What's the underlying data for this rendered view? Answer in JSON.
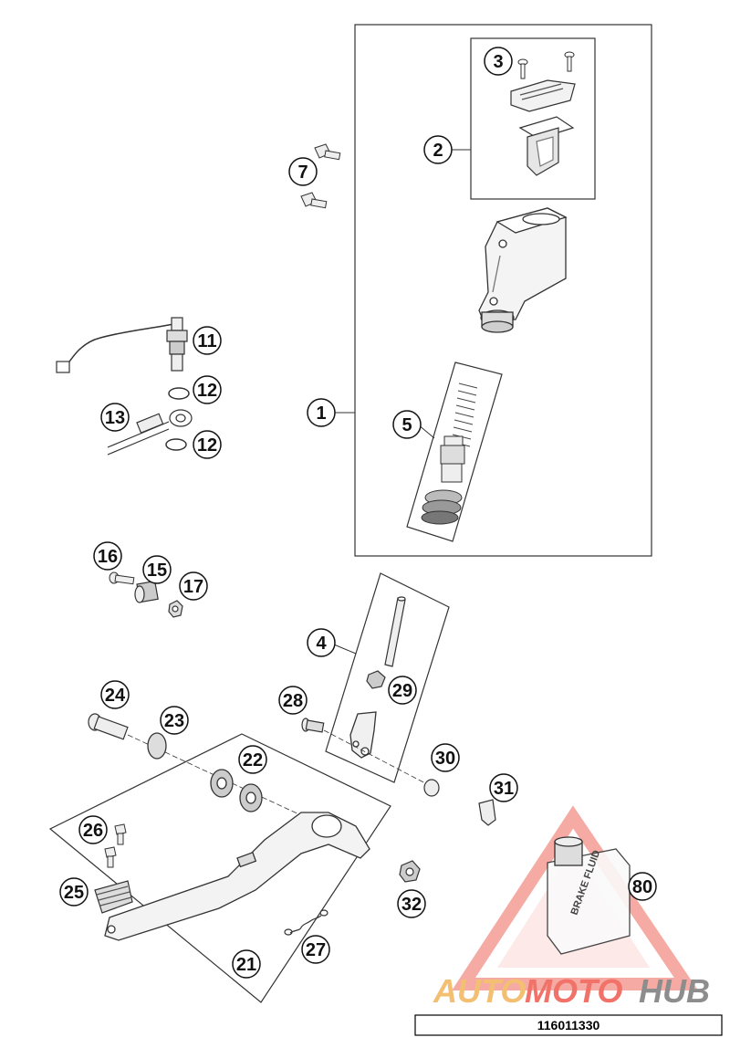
{
  "diagram": {
    "part_number_box": "116011330",
    "watermark": {
      "word_auto": "AUTO",
      "word_moto": "MOTO",
      "word_hub": "HUB",
      "colors": {
        "auto": "#f2b45a",
        "moto": "#ef5a4f",
        "hub": "#7a7a7a",
        "triangle": "#f07a70"
      }
    },
    "bottle_label": "BRAKE FLUID",
    "callouts": {
      "c1": "1",
      "c2": "2",
      "c3": "3",
      "c4": "4",
      "c5": "5",
      "c7": "7",
      "c11": "11",
      "c12a": "12",
      "c12b": "12",
      "c13": "13",
      "c15": "15",
      "c16": "16",
      "c17": "17",
      "c21": "21",
      "c22": "22",
      "c23": "23",
      "c24": "24",
      "c25": "25",
      "c26": "26",
      "c27": "27",
      "c28": "28",
      "c29": "29",
      "c30": "30",
      "c31": "31",
      "c32": "32",
      "c80": "80"
    }
  }
}
